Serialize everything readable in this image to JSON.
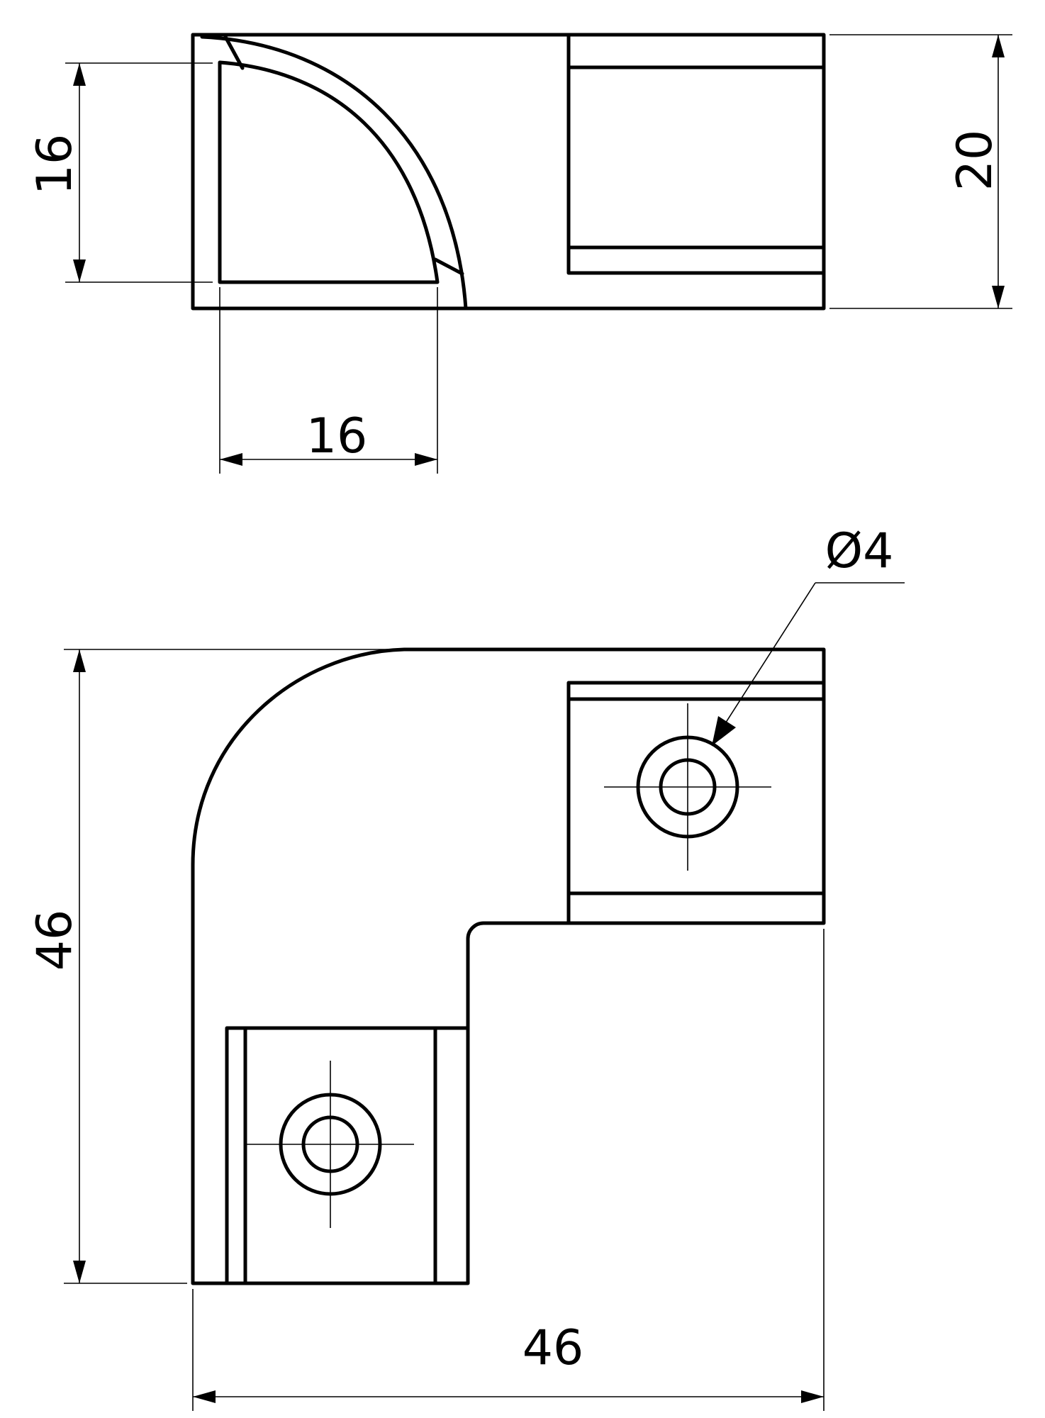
{
  "dimensions": {
    "top_height": "16",
    "top_width": "16",
    "total_thickness": "20",
    "hole_diameter": "Ø4",
    "overall_height": "46",
    "overall_width": "46"
  },
  "colors": {
    "line": "#000000",
    "background": "#ffffff"
  }
}
